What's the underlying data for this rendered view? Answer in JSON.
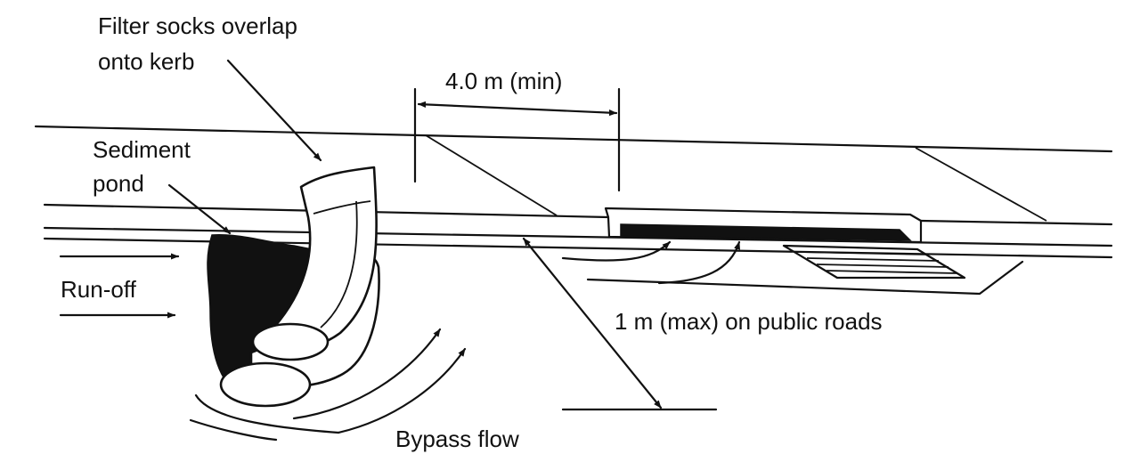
{
  "labels": {
    "filter_socks_line1": "Filter socks overlap",
    "filter_socks_line2": "onto kerb",
    "dimension_min": "4.0 m (min)",
    "sediment_line1": "Sediment",
    "sediment_line2": "pond",
    "runoff": "Run-off",
    "max_public_roads": "1 m (max) on public roads",
    "bypass_flow": "Bypass flow"
  },
  "colors": {
    "ink": "#111111",
    "background": "#ffffff"
  }
}
